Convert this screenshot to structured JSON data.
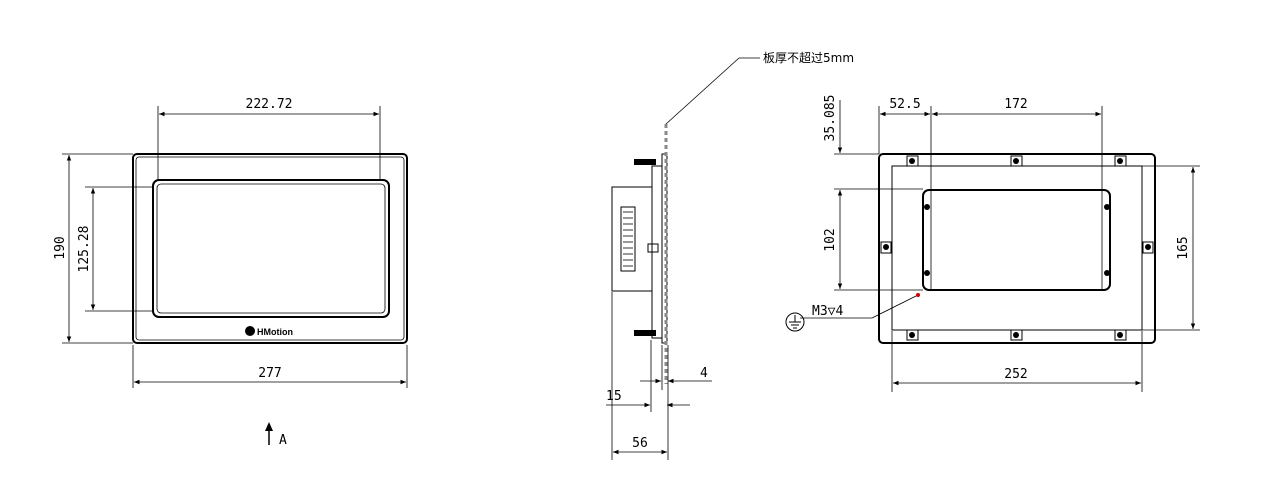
{
  "views": {
    "front": {
      "width_label": "277",
      "height_label": "190",
      "screen_width_label": "222.72",
      "screen_height_label": "125.28",
      "logo_text": "HMotion",
      "view_marker": "A"
    },
    "side": {
      "note_label": "板厚不超过5mm",
      "depth_label": "56",
      "bezel_label": "15",
      "panel_thickness_label": "4"
    },
    "rear": {
      "width_label": "252",
      "height_label": "165",
      "offset_x_label": "52.5",
      "hole_spacing_x_label": "172",
      "offset_y_label": "35.085",
      "hole_spacing_y_label": "102",
      "screw_note_label": "M3▽4"
    }
  },
  "icons": [
    "ground-icon",
    "arrow-up-icon"
  ]
}
